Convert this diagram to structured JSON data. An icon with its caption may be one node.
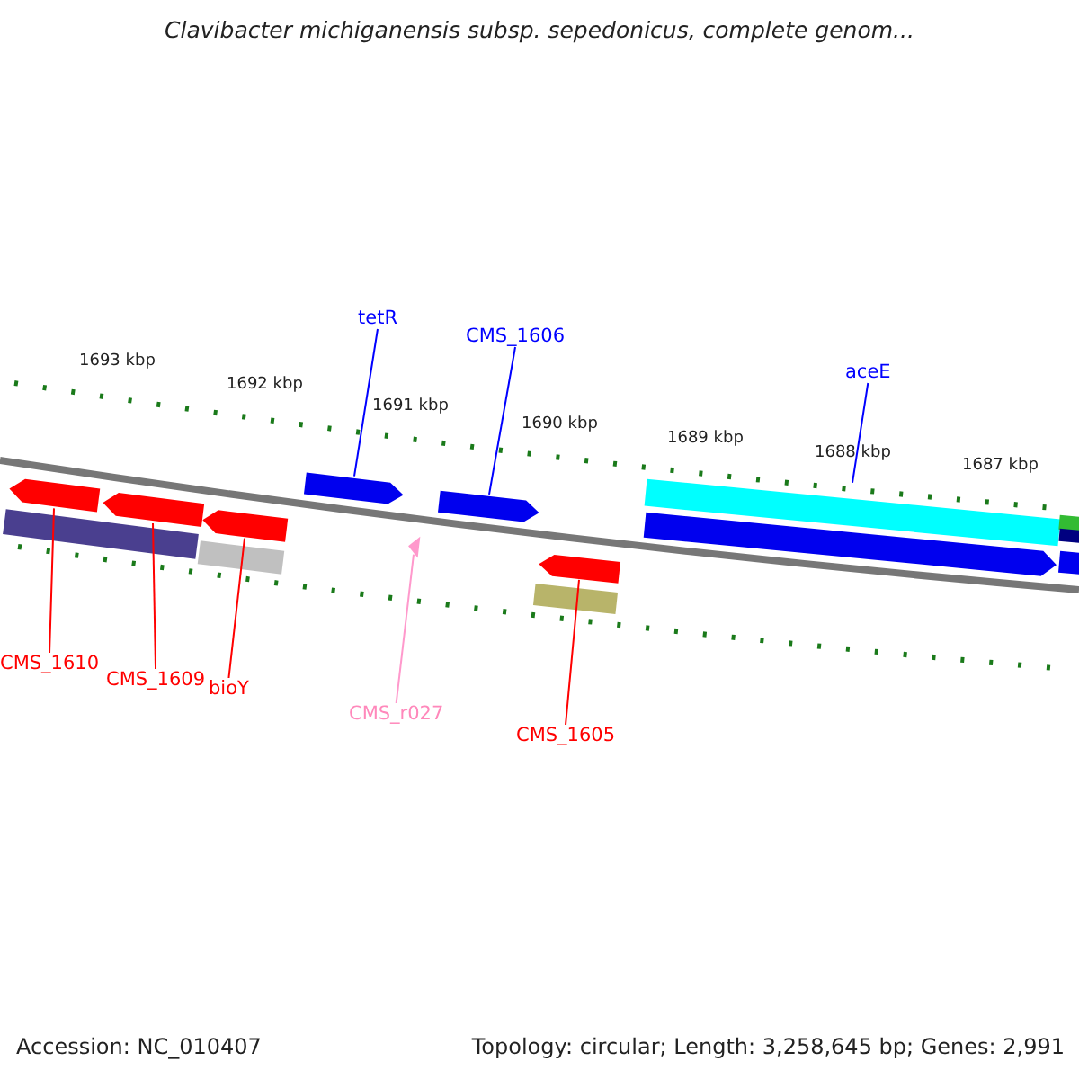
{
  "diagram": {
    "title": "Clavibacter michiganensis subsp. sepedonicus, complete genom...",
    "nodes": [
      {
        "text": [
          "tetR"
        ]
      },
      {
        "text": [
          "CMS_1606"
        ]
      },
      {
        "text": [
          "aceE"
        ]
      },
      {
        "text": [
          "CMS_1610"
        ]
      },
      {
        "text": [
          "CMS_1609"
        ]
      },
      {
        "text": [
          "bioY"
        ]
      },
      {
        "text": [
          "CMS_r027"
        ]
      },
      {
        "text": [
          "CMS_1605"
        ]
      },
      {
        "text": [],
        "shape": "pentagon"
      },
      {
        "text": [],
        "shape": "bar"
      },
      {
        "text": [],
        "shape": "pentagon"
      },
      {
        "text": [],
        "shape": "pentagon"
      },
      {
        "text": [],
        "shape": "bar"
      },
      {
        "text": [],
        "shape": "pentagon"
      },
      {
        "text": [],
        "shape": "triangle"
      },
      {
        "text": [],
        "shape": "pentagon"
      },
      {
        "text": [],
        "shape": "pentagon"
      },
      {
        "text": [],
        "shape": "bar"
      },
      {
        "text": [],
        "shape": "bar"
      },
      {
        "text": [],
        "shape": "pentagon"
      },
      {
        "text": [],
        "shape": "bar"
      },
      {
        "text": [],
        "shape": "bar"
      },
      {
        "text": [],
        "shape": "bar"
      }
    ],
    "edges": [
      {
        "from": 0,
        "to": 13,
        "arrow": "none",
        "color": "#0000ff"
      },
      {
        "from": 1,
        "to": 15,
        "arrow": "none",
        "color": "#0000ff"
      },
      {
        "from": 2,
        "to": 18,
        "arrow": "none",
        "color": "#0000ff"
      },
      {
        "from": 3,
        "to": 8,
        "arrow": "none"
      },
      {
        "from": 4,
        "to": 10,
        "arrow": "none"
      },
      {
        "from": 5,
        "to": 11,
        "arrow": "none"
      },
      {
        "from": 6,
        "to": 14,
        "arrow": "none",
        "color": "#ff99cc"
      },
      {
        "from": 7,
        "to": 16,
        "arrow": "none"
      }
    ],
    "labels": [
      "1693 kbp",
      "1692 kbp",
      "1691 kbp",
      "1690 kbp",
      "1689 kbp",
      "1688 kbp",
      "1687 kbp",
      "Accession: NC_010407",
      "Topology: circular; Length: 3,258,645 bp; Genes: 2,991"
    ]
  }
}
